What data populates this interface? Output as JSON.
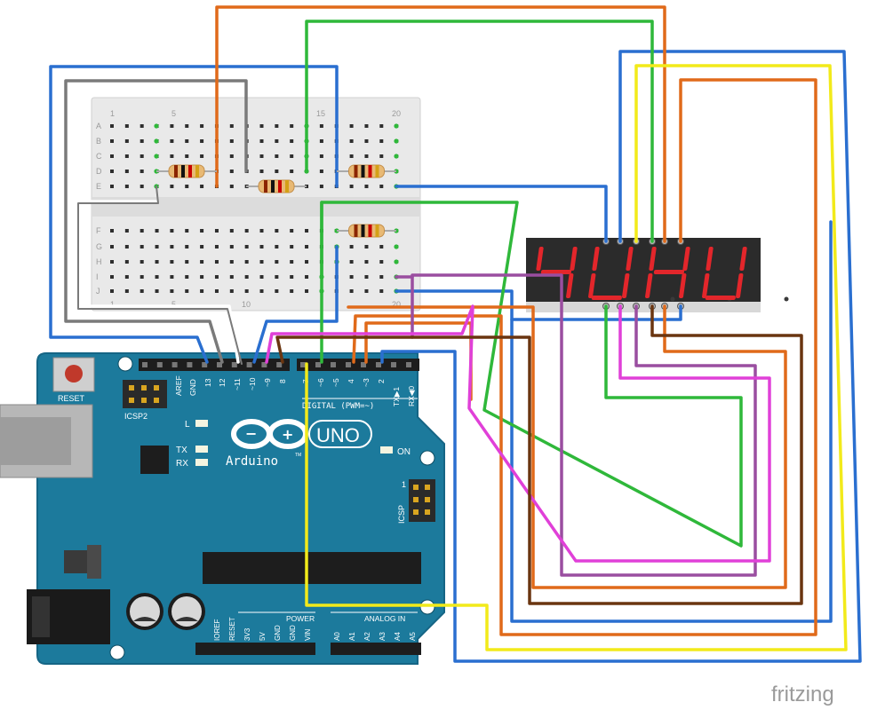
{
  "breadboard": {
    "col_markers": [
      "1",
      "5",
      "10",
      "15",
      "20"
    ],
    "row_labels_top": [
      "A",
      "B",
      "C",
      "D",
      "E"
    ],
    "row_labels_bottom": [
      "F",
      "G",
      "H",
      "I",
      "J"
    ]
  },
  "arduino": {
    "reset_label": "RESET",
    "icsp2_label": "ICSP2",
    "aref": "AREF",
    "gnd": "GND",
    "pin13": "13",
    "pin12": "12",
    "pin11": "~11",
    "pin10": "~10",
    "pin9": "~9",
    "pin8": "8",
    "pin7": "7",
    "pin6": "~6",
    "pin5": "~5",
    "pin4": "4",
    "pin3": "~3",
    "pin2": "2",
    "pin1": "TX▶1",
    "pin0": "RX◀0",
    "digital_label": "DIGITAL (PWM=~)",
    "l_label": "L",
    "tx_label": "TX",
    "rx_label": "RX",
    "uno_label": "UNO",
    "brand": "Arduino",
    "tm": "TM",
    "on_label": "ON",
    "icsp_label": "ICSP",
    "icsp_pin1": "1",
    "power_label": "POWER",
    "analog_label": "ANALOG IN",
    "power_pins": [
      "IOREF",
      "RESET",
      "3V3",
      "5V",
      "GND",
      "GND",
      "VIN"
    ],
    "analog_pins": [
      "A0",
      "A1",
      "A2",
      "A3",
      "A4",
      "A5"
    ]
  },
  "display": {
    "digit_glyphs": [
      "4",
      "U",
      "H",
      "U"
    ]
  },
  "watermark": "fritzing",
  "colors": {
    "board_teal": "#1c7a9c",
    "wire_blue": "#2a6fd0",
    "wire_green": "#2fb83a",
    "wire_orange": "#e06a1a",
    "wire_yellow": "#f2ea1a",
    "wire_gray": "#7a7a7a",
    "wire_purple": "#9a4ea0",
    "wire_magenta": "#e040d8",
    "wire_brown": "#6a3510",
    "segment_red": "#e3262b"
  }
}
